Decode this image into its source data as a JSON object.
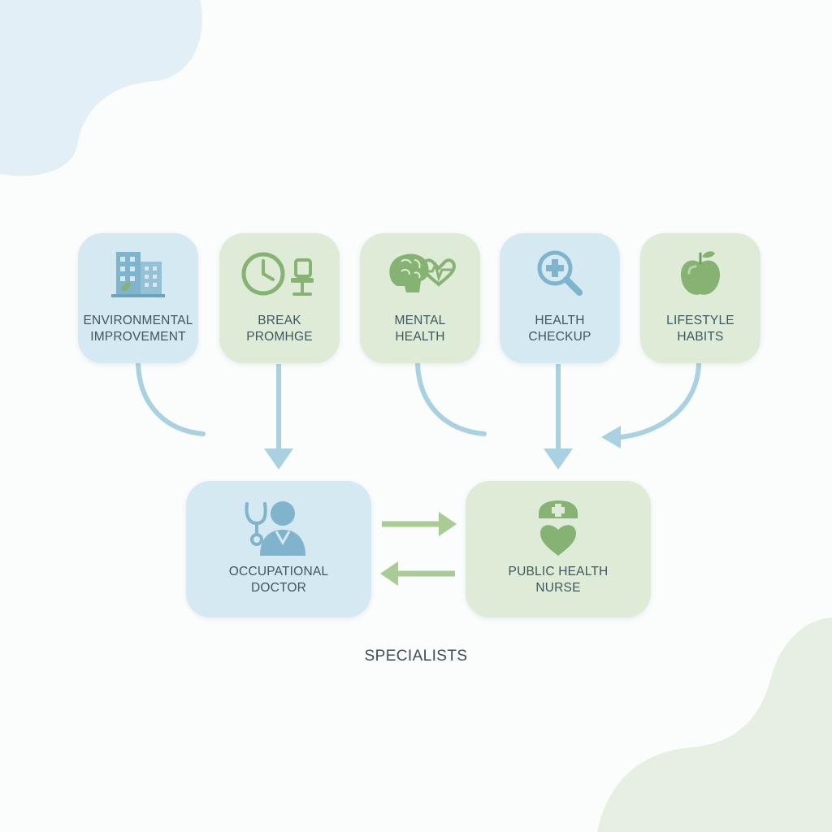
{
  "colors": {
    "blue_card": "#d4e9f1",
    "green_card": "#deebd6",
    "blue_accent": "#7fb4cc",
    "green_accent": "#86b374",
    "connector_blue": "#a9d1e1",
    "connector_green": "#a9cc95",
    "text": "#3e5760"
  },
  "factors": [
    {
      "line1": "ENVIRONMENTAL",
      "line2": "IMPROVEMENT",
      "icon": "building-icon"
    },
    {
      "line1": "BREAK",
      "line2": "PROMHGE",
      "icon": "clock-chair-icon"
    },
    {
      "line1": "MENTAL",
      "line2": "HEALTH",
      "icon": "brain-heart-icon"
    },
    {
      "line1": "HEALTH",
      "line2": "CHECKUP",
      "icon": "magnifier-plus-icon"
    },
    {
      "line1": "LIFESTYLE",
      "line2": "HABITS",
      "icon": "apple-icon"
    }
  ],
  "specialists": [
    {
      "line1": "OCCUPATIONAL",
      "line2": "DOCTOR",
      "icon": "doctor-icon"
    },
    {
      "line1": "PUBLIC HEALTH",
      "line2": "NURSE",
      "icon": "nurse-icon"
    }
  ],
  "caption": "SPECIALISTS"
}
